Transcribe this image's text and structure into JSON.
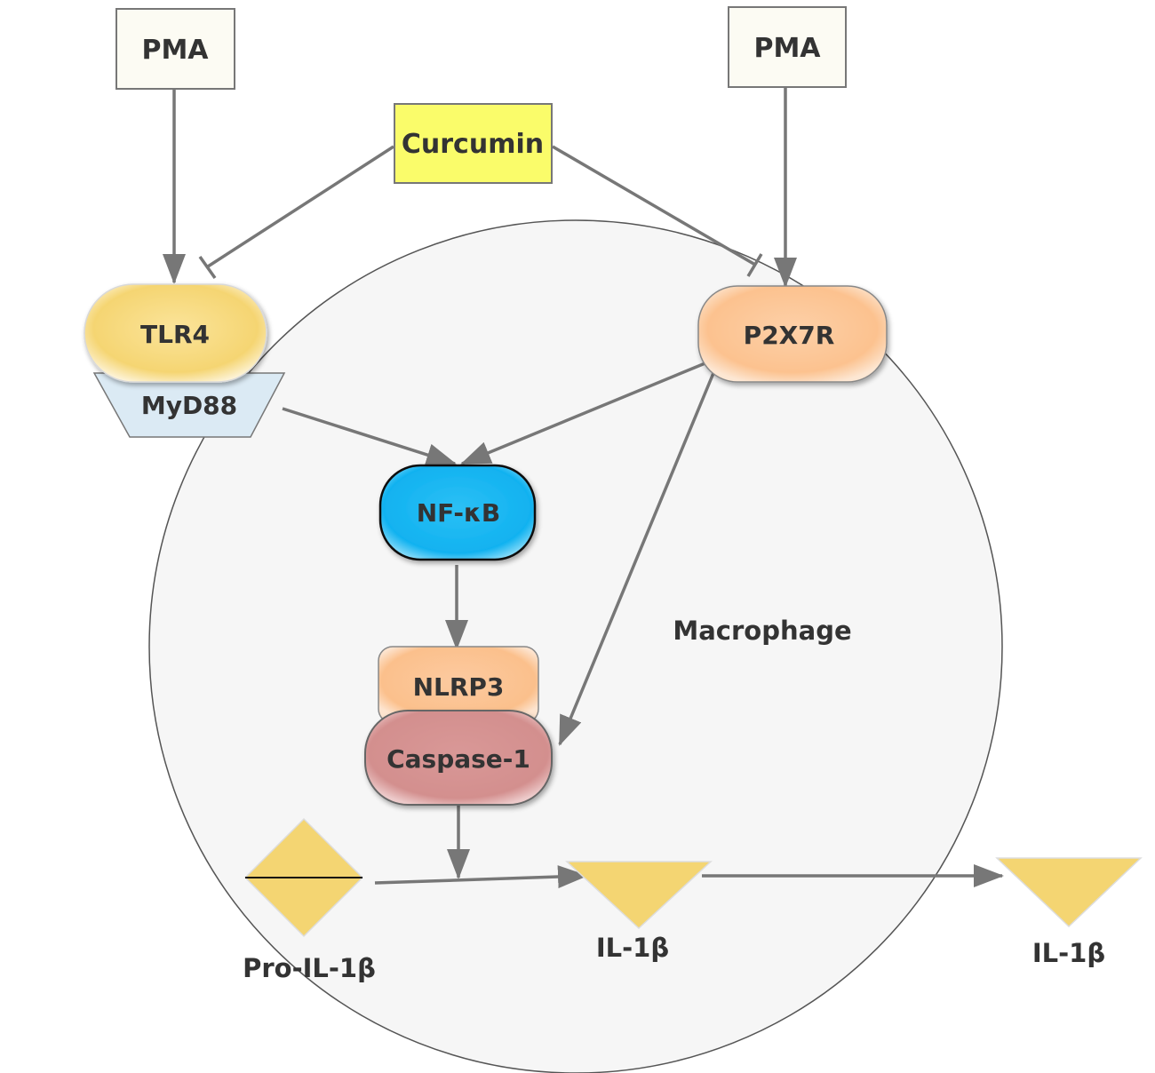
{
  "nodes": {
    "pma_left": "PMA",
    "pma_right": "PMA",
    "curcumin": "Curcumin",
    "tlr4": "TLR4",
    "myd88": "MyD88",
    "p2x7r": "P2X7R",
    "nfkb": "NF-κB",
    "nlrp3": "NLRP3",
    "caspase1": "Caspase-1",
    "pro_il1b": "Pro-IL-1β",
    "il1b_inner": "IL-1β",
    "il1b_outer": "IL-1β"
  },
  "cell_label": "Macrophage",
  "colors": {
    "pma_box": "#fcfbf3",
    "curcumin_box": "#fafc6a",
    "tlr4": "#f5d572",
    "myd88": "#dbeaf4",
    "p2x7r": "#fcc28f",
    "nfkb": "#11b2f0",
    "nlrp3": "#fbc08c",
    "caspase1": "#d38f8e",
    "il1b": "#f4d572",
    "cell": "#f6f6f6",
    "arrow": "#777777"
  }
}
